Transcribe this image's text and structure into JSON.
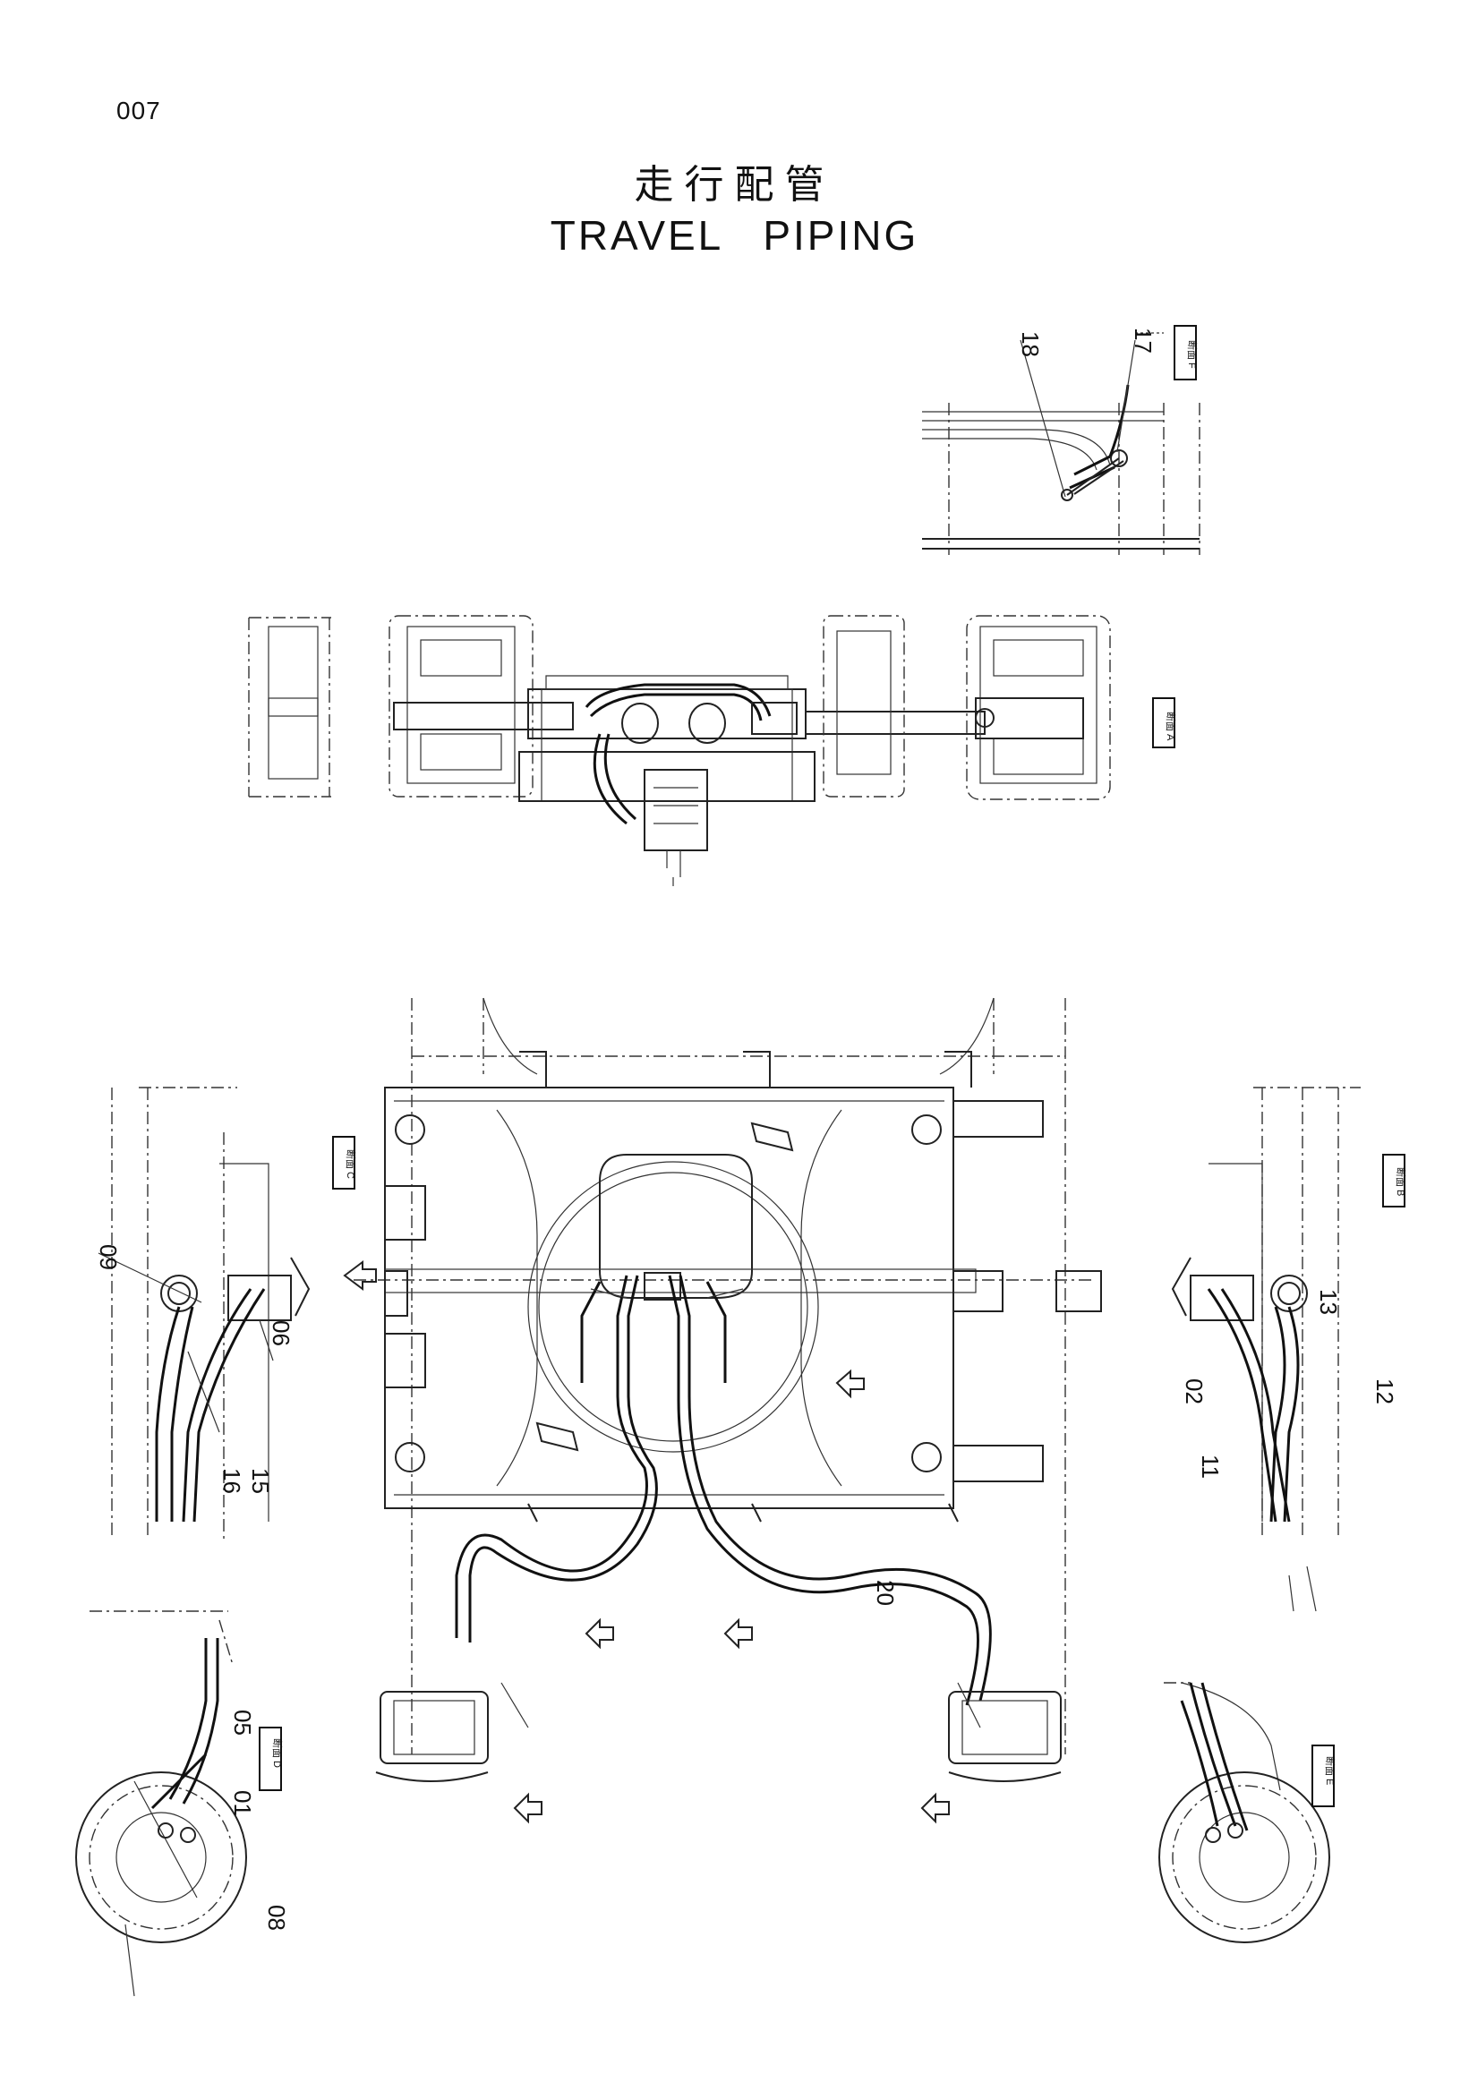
{
  "page_number": "007",
  "title_jp": "走行配管",
  "title_en": "TRAVEL PIPING",
  "callouts": [
    "18",
    "17",
    "09",
    "06",
    "16",
    "15",
    "13",
    "02",
    "12",
    "11",
    "20",
    "05",
    "01",
    "08"
  ]
}
